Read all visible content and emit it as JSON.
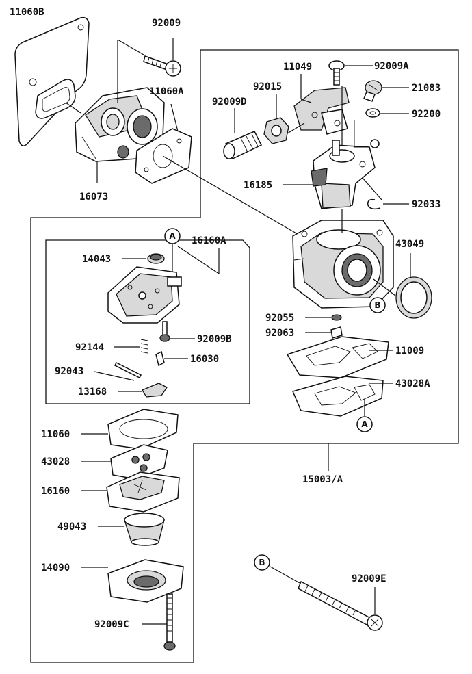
{
  "diagram": {
    "parts": [
      {
        "id": "p-11060b",
        "label": "11060B"
      },
      {
        "id": "p-92009",
        "label": "92009"
      },
      {
        "id": "p-11060a",
        "label": "11060A"
      },
      {
        "id": "p-16073",
        "label": "16073"
      },
      {
        "id": "p-11049",
        "label": "11049"
      },
      {
        "id": "p-92009a",
        "label": "92009A"
      },
      {
        "id": "p-92015",
        "label": "92015"
      },
      {
        "id": "p-21083",
        "label": "21083"
      },
      {
        "id": "p-92009d",
        "label": "92009D"
      },
      {
        "id": "p-92200",
        "label": "92200"
      },
      {
        "id": "p-16185",
        "label": "16185"
      },
      {
        "id": "p-92033",
        "label": "92033"
      },
      {
        "id": "p-16160a",
        "label": "16160A"
      },
      {
        "id": "p-14043",
        "label": "14043"
      },
      {
        "id": "p-43049",
        "label": "43049"
      },
      {
        "id": "p-92055",
        "label": "92055"
      },
      {
        "id": "p-92063",
        "label": "92063"
      },
      {
        "id": "p-92144",
        "label": "92144"
      },
      {
        "id": "p-92009b",
        "label": "92009B"
      },
      {
        "id": "p-11009",
        "label": "11009"
      },
      {
        "id": "p-16030",
        "label": "16030"
      },
      {
        "id": "p-92043",
        "label": "92043"
      },
      {
        "id": "p-43028a",
        "label": "43028A"
      },
      {
        "id": "p-13168",
        "label": "13168"
      },
      {
        "id": "p-11060",
        "label": "11060"
      },
      {
        "id": "p-43028",
        "label": "43028"
      },
      {
        "id": "p-15003a",
        "label": "15003/A"
      },
      {
        "id": "p-16160",
        "label": "16160"
      },
      {
        "id": "p-49043",
        "label": "49043"
      },
      {
        "id": "p-92009e",
        "label": "92009E"
      },
      {
        "id": "p-14090",
        "label": "14090"
      },
      {
        "id": "p-92009c",
        "label": "92009C"
      }
    ],
    "callouts": {
      "a": "A",
      "b": "B"
    }
  }
}
